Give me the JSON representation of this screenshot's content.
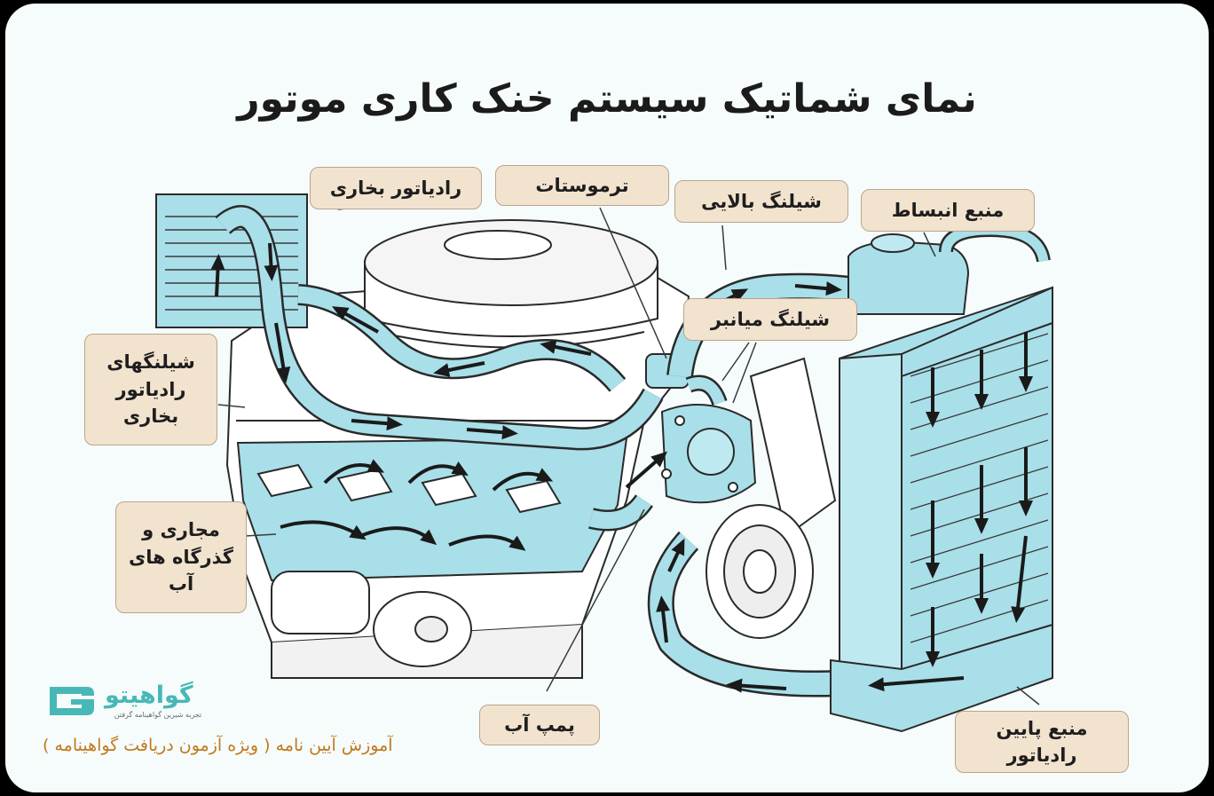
{
  "title": "نمای شماتیک سیستم خنک کاری موتور",
  "labels": {
    "heater_radiator": "رادیاتور بخاری",
    "thermostat": "ترموستات",
    "upper_hose": "شیلنگ بالایی",
    "expansion_tank": "منبع انبساط",
    "bypass_hose": "شیلنگ میانبر",
    "heater_hoses": "شیلنگهای رادیاتور بخاری",
    "water_jackets": "مجاری و گذرگاه های آب",
    "water_pump": "پمپ آب",
    "lower_tank": "منبع پایین رادیاتور"
  },
  "brand": {
    "name": "گواهیتو",
    "tagline": "تجربه شیرین گواهینامه گرفتن",
    "logo_icon": "gavahito-logo-icon",
    "color": "#48b8b6"
  },
  "footer": "آموزش آیین نامه ( ویژه آزمون دریافت گواهینامه )",
  "colors": {
    "coolant": "#a9dfe9",
    "label_bg": "#f2e3cf",
    "footer_text": "#c17a1d"
  }
}
